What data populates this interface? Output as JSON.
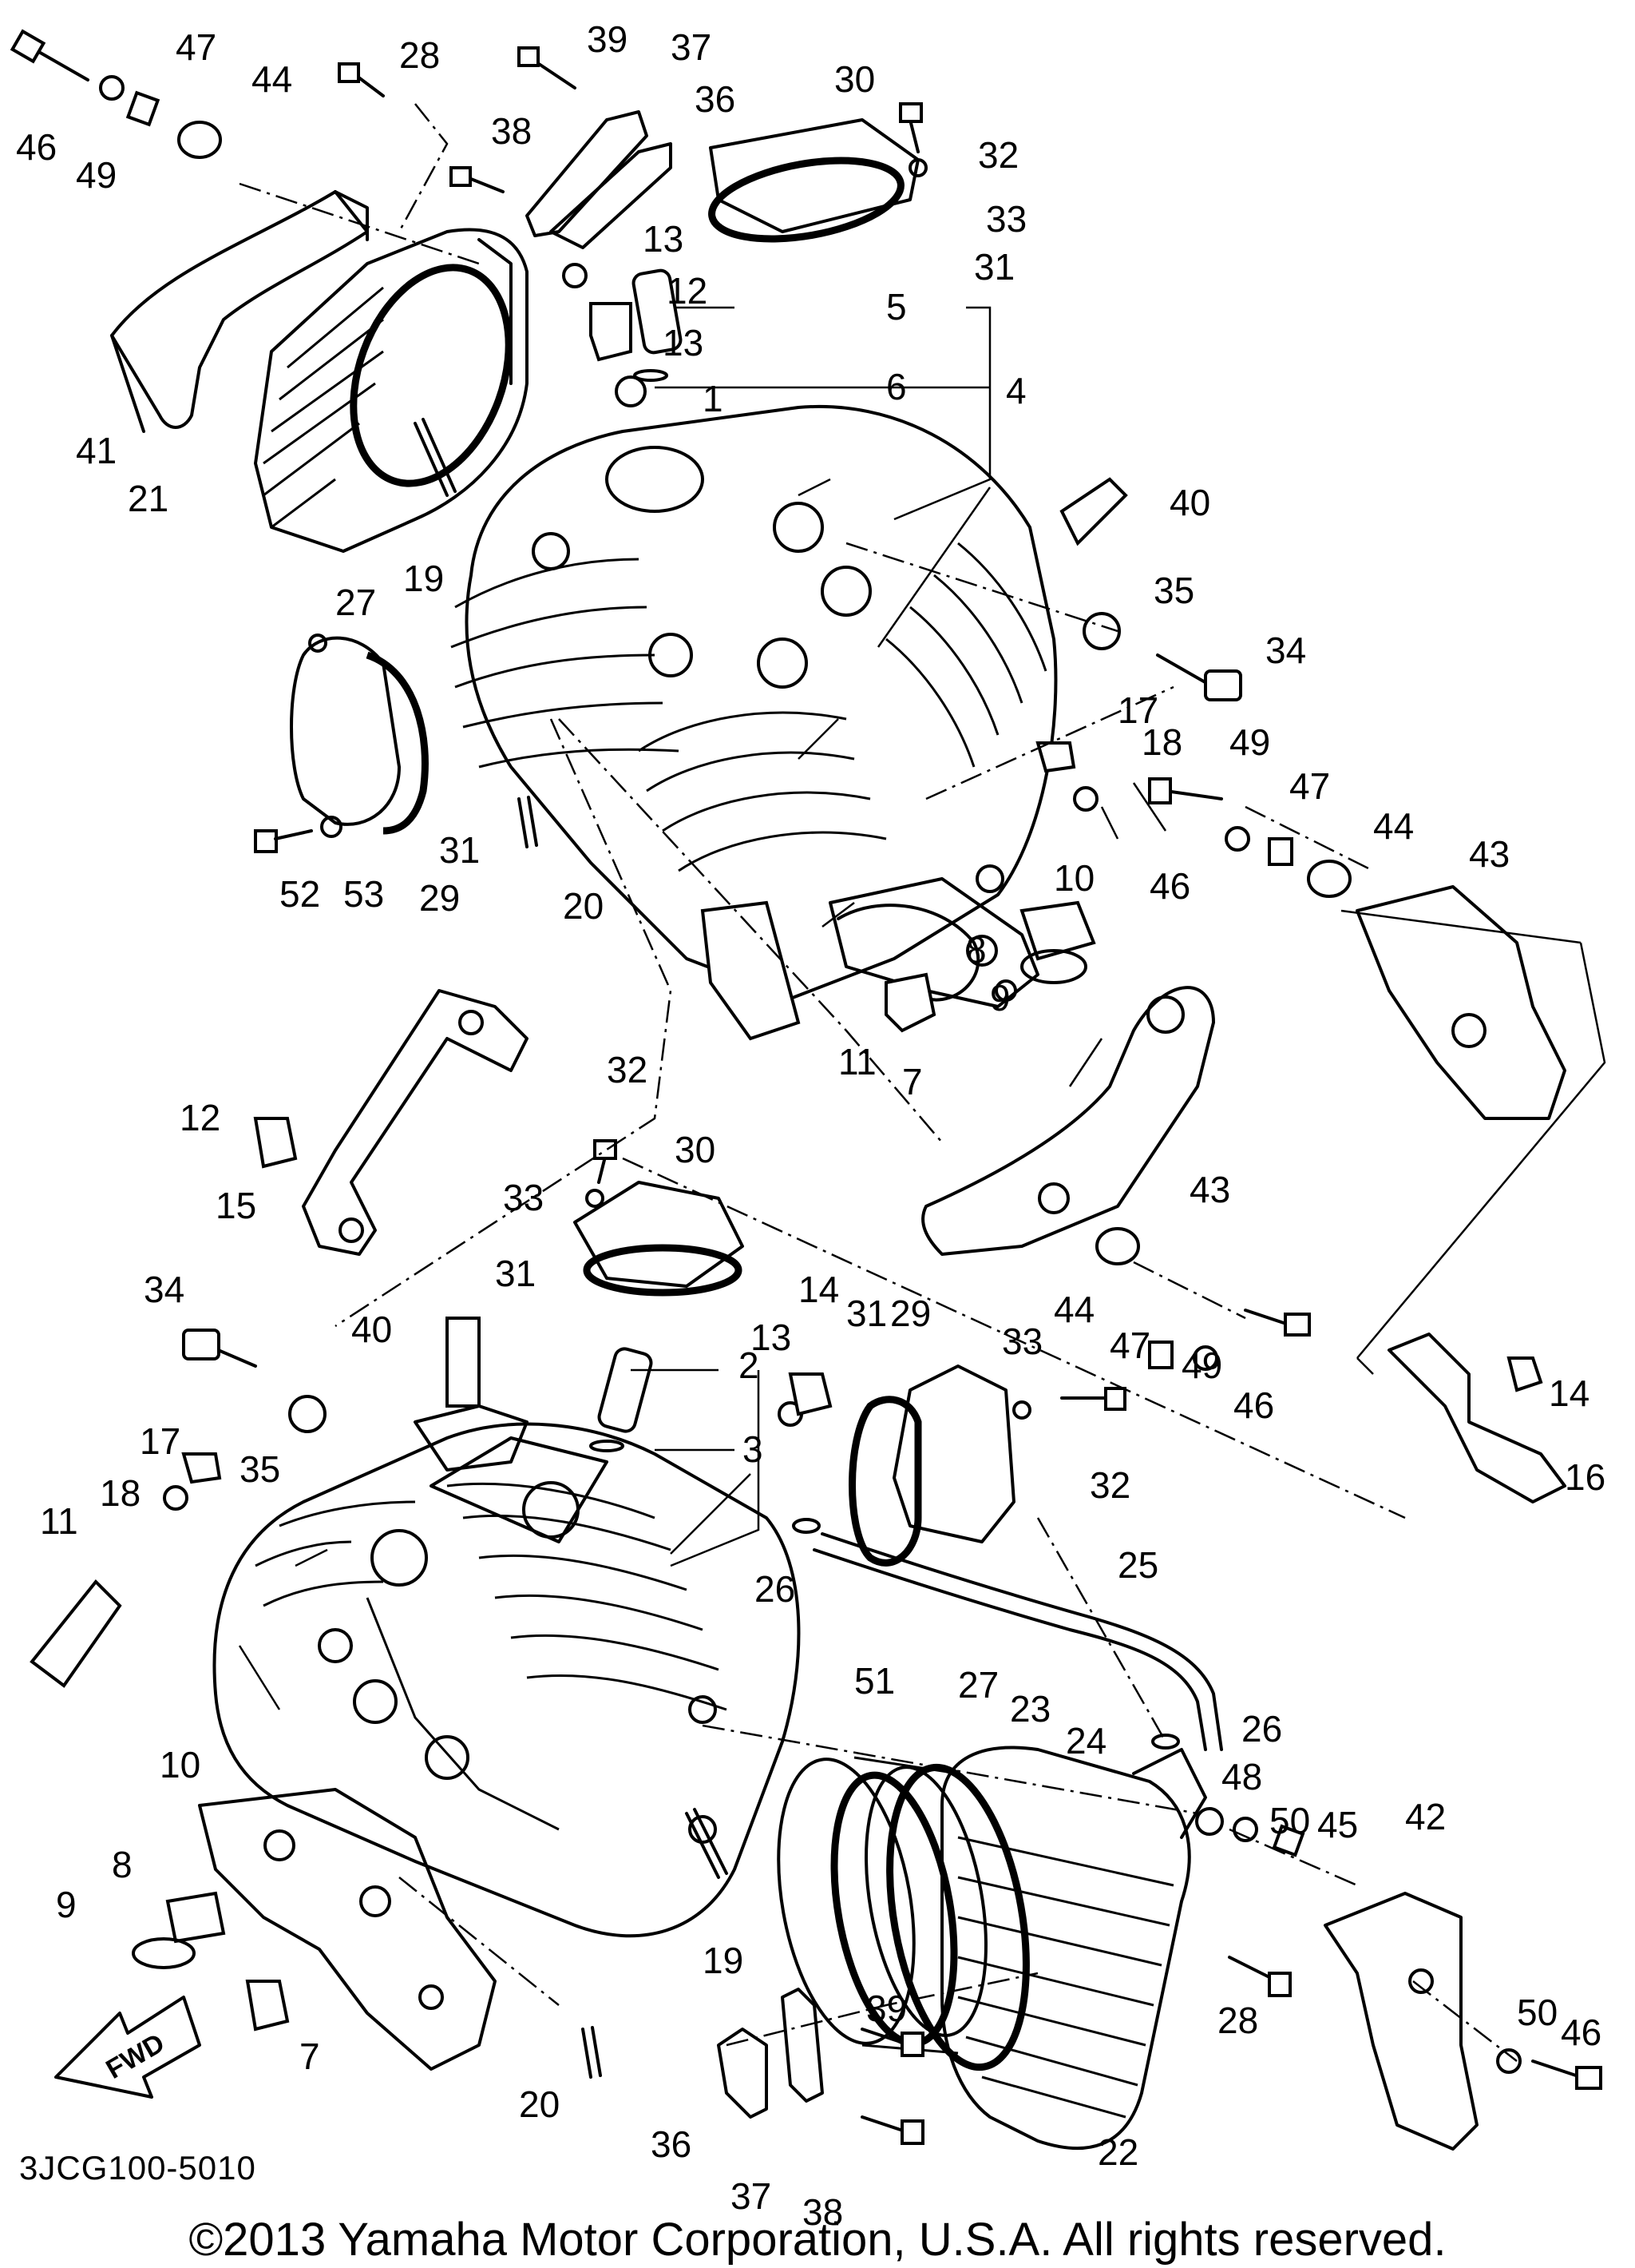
{
  "diagram": {
    "drawing_code": "3JCG100-5010",
    "copyright": "©2013 Yamaha Motor Corporation, U.S.A. All rights reserved.",
    "fwd_label": "FWD",
    "callouts": [
      "1",
      "2",
      "3",
      "4",
      "5",
      "6",
      "7",
      "8",
      "9",
      "10",
      "11",
      "12",
      "13",
      "14",
      "15",
      "16",
      "17",
      "18",
      "19",
      "20",
      "21",
      "22",
      "23",
      "24",
      "25",
      "26",
      "27",
      "28",
      "29",
      "30",
      "31",
      "32",
      "33",
      "34",
      "35",
      "36",
      "37",
      "38",
      "39",
      "40",
      "41",
      "42",
      "43",
      "44",
      "45",
      "46",
      "47",
      "48",
      "49",
      "50",
      "51",
      "52",
      "53"
    ]
  }
}
